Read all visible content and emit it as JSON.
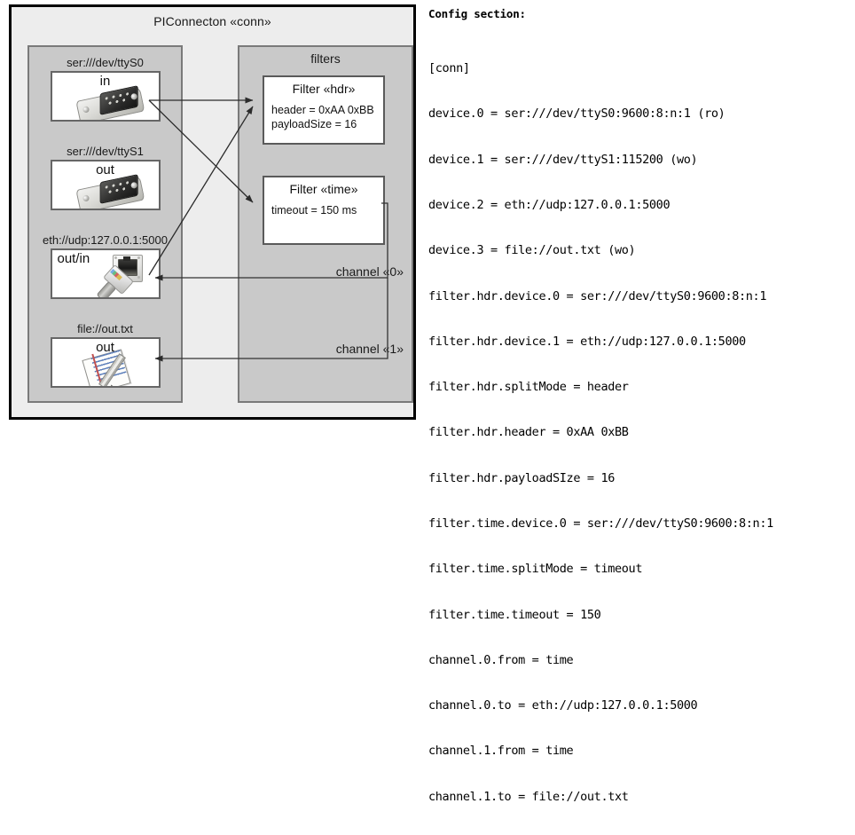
{
  "diagram": {
    "outer_title": "PIConnecton «conn»",
    "devices_panel": {
      "name": "devices",
      "entries": [
        {
          "label": "ser:///dev/ttyS0",
          "box_text": "in",
          "icon": "serial-port-icon"
        },
        {
          "label": "ser:///dev/ttyS1",
          "box_text": "out",
          "icon": "serial-port-icon"
        },
        {
          "label": "eth://udp:127.0.0.1:5000",
          "box_text": "out/in",
          "icon": "ethernet-jack-icon"
        },
        {
          "label": "file://out.txt",
          "box_text": "out",
          "icon": "file-notepad-icon"
        }
      ]
    },
    "filters_panel": {
      "title": "filters",
      "filters": [
        {
          "title": "Filter «hdr»",
          "props": [
            "header = 0xAA 0xBB",
            "payloadSize = 16"
          ]
        },
        {
          "title": "Filter «time»",
          "props": [
            "timeout = 150 ms"
          ]
        }
      ],
      "channels": [
        {
          "label": "channel «0»"
        },
        {
          "label": "channel «1»"
        }
      ]
    }
  },
  "config": {
    "heading": "Config section:",
    "lines": [
      "[conn]",
      "device.0 = ser:///dev/ttyS0:9600:8:n:1 (ro)",
      "device.1 = ser:///dev/ttyS1:115200 (wo)",
      "device.2 = eth://udp:127.0.0.1:5000",
      "device.3 = file://out.txt (wo)",
      "filter.hdr.device.0 = ser:///dev/ttyS0:9600:8:n:1",
      "filter.hdr.device.1 = eth://udp:127.0.0.1:5000",
      "filter.hdr.splitMode = header",
      "filter.hdr.header = 0xAA 0xBB",
      "filter.hdr.payloadSIze = 16",
      "filter.time.device.0 = ser:///dev/ttyS0:9600:8:n:1",
      "filter.time.splitMode = timeout",
      "filter.time.timeout = 150",
      "channel.0.from = time",
      "channel.0.to = eth://udp:127.0.0.1:5000",
      "channel.1.from = time",
      "channel.1.to = file://out.txt"
    ]
  },
  "colors": {
    "outer_bg": "#ededed",
    "panel_bg": "#c9c9c9",
    "panel_border": "#7a7a7a",
    "box_bg": "#ffffff",
    "box_border": "#666666",
    "line": "#333333",
    "text": "#1a1a1a"
  }
}
